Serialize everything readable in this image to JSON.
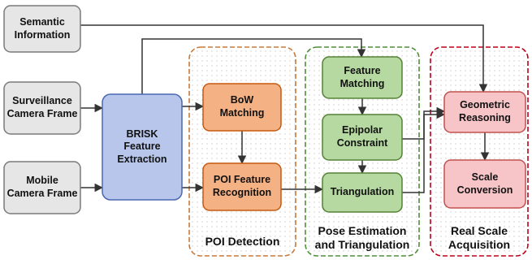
{
  "colors": {
    "input_fill": "#e6e6e6",
    "input_stroke": "#7a7a7a",
    "brisk_fill": "#b7c6ea",
    "brisk_stroke": "#4a68b2",
    "poi_fill": "#f4b183",
    "poi_stroke": "#c55a11",
    "poi_group": "#c97a3a",
    "pose_fill": "#b5d9a0",
    "pose_stroke": "#548235",
    "pose_group": "#4f8f3a",
    "scale_fill": "#f7c5c8",
    "scale_stroke": "#c0504d",
    "scale_group": "#c0001a",
    "arrow": "#333333"
  },
  "inputs": {
    "semantic": "Semantic\nInformation",
    "surveillance": "Surveillance\nCamera Frame",
    "mobile": "Mobile\nCamera Frame"
  },
  "brisk": "BRISK\nFeature\nExtraction",
  "poi": {
    "group_label": "POI Detection",
    "bow": "BoW\nMatching",
    "recognition": "POI Feature\nRecognition"
  },
  "pose": {
    "group_label": "Pose Estimation\nand Triangulation",
    "matching": "Feature\nMatching",
    "epipolar": "Epipolar\nConstraint",
    "triangulation": "Triangulation"
  },
  "scale": {
    "group_label": "Real Scale\nAcquisition",
    "geometric": "Geometric\nReasoning",
    "conversion": "Scale\nConversion"
  }
}
